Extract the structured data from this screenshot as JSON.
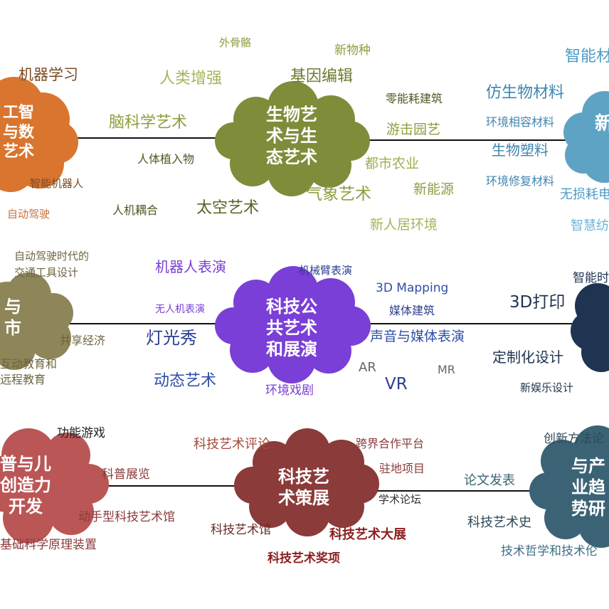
{
  "colors": {
    "orange": "#d9752f",
    "olive": "#7f8c3a",
    "teal": "#5fa3c4",
    "khaki": "#8e8558",
    "purple": "#7a3fd6",
    "navy": "#1f3450",
    "red": "#bb5656",
    "darkred": "#8a3b3a",
    "slate": "#3b6375"
  },
  "clusters": [
    {
      "center_lines": [
        "工智",
        "与数",
        "艺术"
      ],
      "terms": [
        "机器学习",
        "智能机器人",
        "自动驾驶"
      ]
    },
    {
      "center_lines": [
        "生物艺",
        "术与生",
        "态艺术"
      ],
      "terms": [
        "外骨骼",
        "新物种",
        "人类增强",
        "基因编辑",
        "脑科学艺术",
        "零能耗建筑",
        "游击园艺",
        "人体植入物",
        "都市农业",
        "人机耦合",
        "太空艺术",
        "气象艺术",
        "新能源",
        "新人居环境"
      ]
    },
    {
      "center_lines": [
        "新"
      ],
      "terms": [
        "智能材",
        "仿生物材料",
        "环境相容材料",
        "生物塑料",
        "环境修复材料",
        "无损耗电",
        "智慧纺"
      ]
    },
    {
      "center_lines": [
        "与",
        "市"
      ],
      "terms": [
        "自动驾驶时代的",
        "交通工具设计",
        "共享经济",
        "互动教育和",
        "远程教育"
      ]
    },
    {
      "center_lines": [
        "科技公",
        "共艺术",
        "和展演"
      ],
      "terms": [
        "机器人表演",
        "机械臂表演",
        "无人机表演",
        "3D Mapping",
        "媒体建筑",
        "灯光秀",
        "声音与媒体表演",
        "AR",
        "MR",
        "VR",
        "动态艺术",
        "环境戏剧"
      ]
    },
    {
      "center_lines": [],
      "terms": [
        "智能时",
        "3D打印",
        "定制化设计",
        "新娱乐设计"
      ]
    },
    {
      "center_lines": [
        "普与儿",
        "创造力",
        "开发"
      ],
      "terms": [
        "功能游戏",
        "科普展览",
        "动手型科技艺术馆",
        "基础科学原理装置"
      ]
    },
    {
      "center_lines": [
        "科技艺",
        "术策展"
      ],
      "terms": [
        "科技艺术评论",
        "跨界合作平台",
        "驻地项目",
        "学术论坛",
        "科技艺术馆",
        "科技艺术大展",
        "科技艺术奖项"
      ]
    },
    {
      "center_lines": [
        "与产",
        "业趋",
        "势研"
      ],
      "terms": [
        "创新方法论",
        "论文发表",
        "科技艺术史",
        "技术哲学和技术伦"
      ]
    }
  ]
}
